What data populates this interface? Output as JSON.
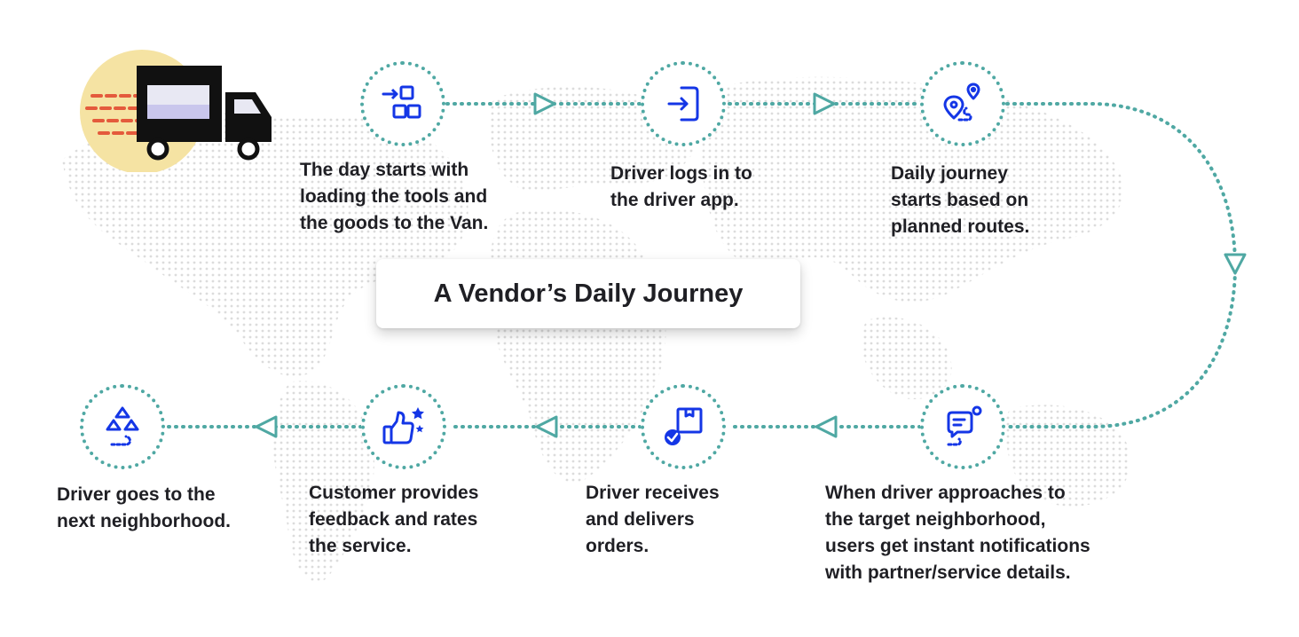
{
  "title": "A Vendor’s Daily Journey",
  "colors": {
    "connector": "#4fa8a3",
    "icon": "#1436e6",
    "text": "#1f1f24",
    "sun": "#f5e3a3",
    "speed_lines": "#e45a3c",
    "map_dots": "#dcdcdc"
  },
  "steps": [
    {
      "icon": "load-boxes-icon",
      "lines": [
        "The day starts with",
        "loading the tools and",
        "the goods to the Van."
      ]
    },
    {
      "icon": "login-door-icon",
      "lines": [
        "Driver logs in to",
        "the driver app."
      ]
    },
    {
      "icon": "route-pins-icon",
      "lines": [
        "Daily journey",
        "starts based on",
        "planned routes."
      ]
    },
    {
      "icon": "notification-chat-icon",
      "lines": [
        "When driver approaches to",
        "the target neighborhood,",
        "users get instant notifications",
        "with partner/service details."
      ]
    },
    {
      "icon": "package-delivered-icon",
      "lines": [
        "Driver receives",
        "and delivers",
        "orders."
      ]
    },
    {
      "icon": "thumbs-up-rating-icon",
      "lines": [
        "Customer provides",
        "feedback and rates",
        "the service."
      ]
    },
    {
      "icon": "next-neighborhood-icon",
      "lines": [
        "Driver goes to the",
        "next neighborhood."
      ]
    }
  ]
}
